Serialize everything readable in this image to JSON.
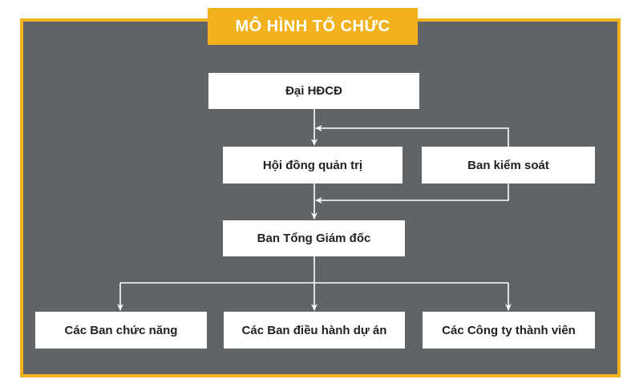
{
  "title": "MÔ HÌNH TỔ CHỨC",
  "nodes": {
    "general_meeting": "Đại HĐCĐ",
    "board_of_directors": "Hội đồng quản trị",
    "supervisory_board": "Ban kiểm soát",
    "general_management": "Ban Tổng Giám đốc",
    "functional_departments": "Các Ban chức năng",
    "project_management": "Các Ban điều hành dự án",
    "member_companies": "Các Công ty thành viên"
  },
  "colors": {
    "accent": "#f2b21e",
    "background": "#616466",
    "box": "#ffffff",
    "connector": "#ffffff"
  }
}
